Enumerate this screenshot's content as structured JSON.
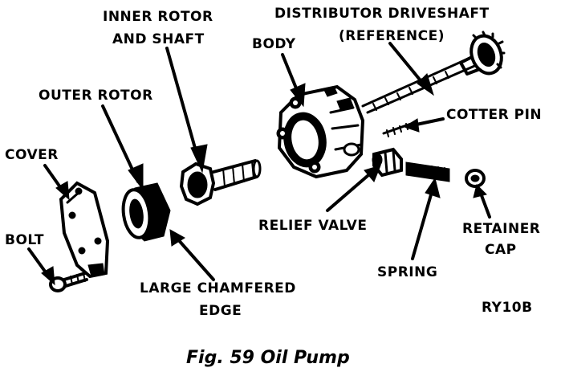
{
  "labels": {
    "inner_rotor_1": "INNER ROTOR",
    "inner_rotor_2": "AND SHAFT",
    "distributor_1": "DISTRIBUTOR DRIVESHAFT",
    "distributor_2": "(REFERENCE)",
    "body": "BODY",
    "outer_rotor": "OUTER ROTOR",
    "cotter_pin": "COTTER PIN",
    "cover": "COVER",
    "bolt": "BOLT",
    "relief_valve": "RELIEF VALVE",
    "retainer_1": "RETAINER",
    "retainer_2": "CAP",
    "spring": "SPRING",
    "chamfer_1": "LARGE CHAMFERED",
    "chamfer_2": "EDGE",
    "code": "RY10B"
  },
  "caption": "Fig. 59 Oil Pump"
}
